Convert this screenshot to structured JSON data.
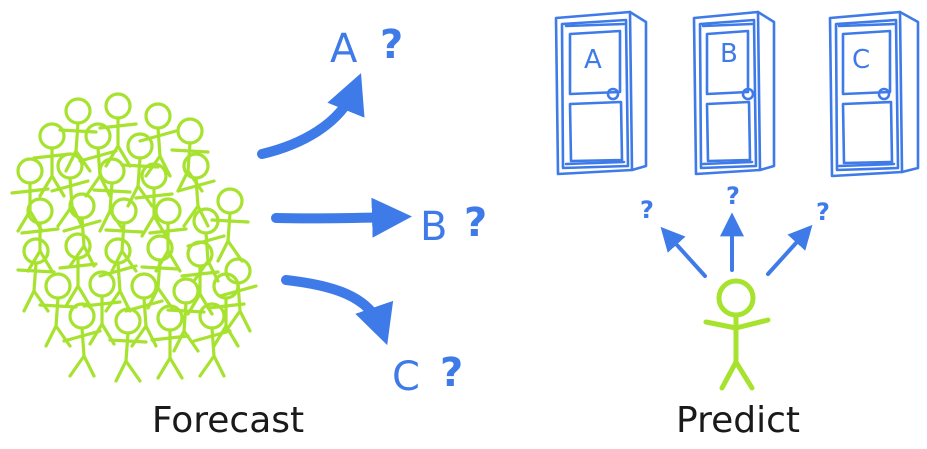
{
  "colors": {
    "blue": "#3f7be8",
    "green": "#a6e22e",
    "ink": "#1a1a1a"
  },
  "left": {
    "caption": "Forecast",
    "outcomes": [
      {
        "letter": "A",
        "mark": "?"
      },
      {
        "letter": "B",
        "mark": "?"
      },
      {
        "letter": "C",
        "mark": "?"
      }
    ]
  },
  "right": {
    "caption": "Predict",
    "doors": [
      {
        "letter": "A"
      },
      {
        "letter": "B"
      },
      {
        "letter": "C"
      }
    ],
    "marks": [
      "?",
      "?",
      "?"
    ]
  }
}
